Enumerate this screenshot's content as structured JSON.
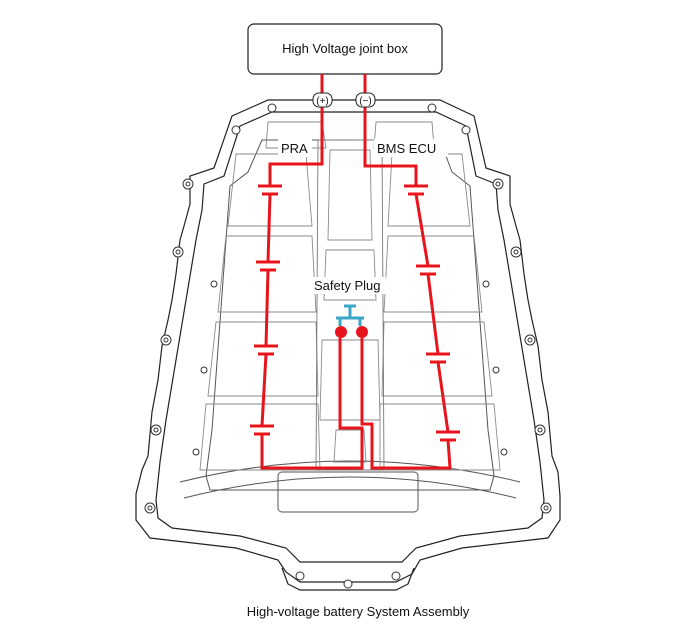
{
  "box": {
    "label": "High Voltage joint box"
  },
  "terminals": {
    "positive": "(+)",
    "negative": "(−)"
  },
  "labels": {
    "pra": "PRA",
    "bms": "BMS ECU",
    "safety_plug": "Safety Plug"
  },
  "caption": "High-voltage battery System Assembly",
  "colors": {
    "circuit": "#e8141c",
    "safety_plug": "#3aa6c6",
    "outline": "#222222",
    "detail": "#8a8a8a"
  }
}
